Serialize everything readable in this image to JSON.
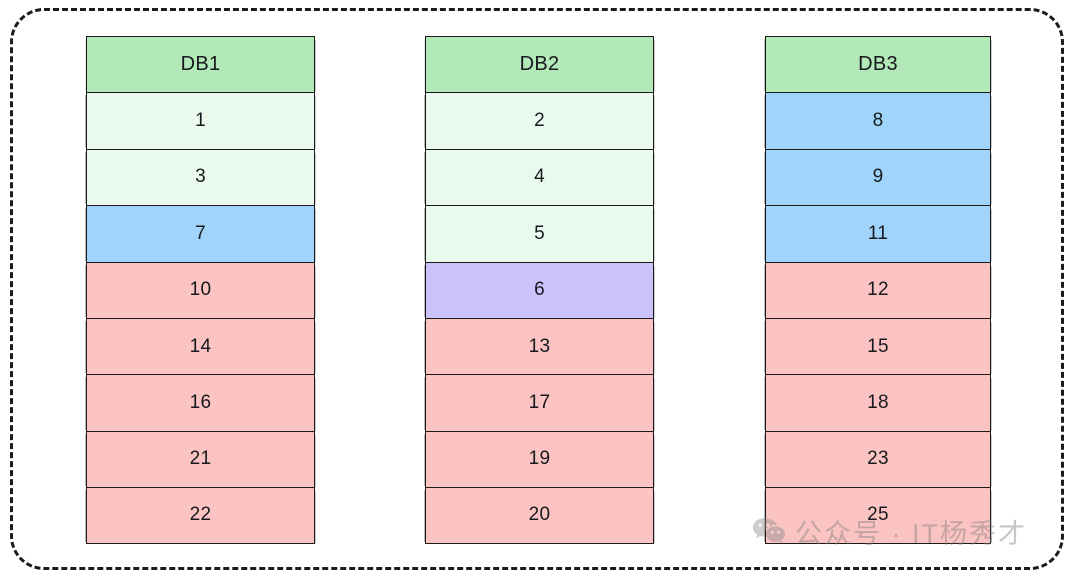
{
  "diagram": {
    "title": "database-sharding-columns",
    "frame": {
      "style": "dashed-rounded-rectangle",
      "color": "#1b1b1b"
    },
    "legend_colors": {
      "header_green": "#b3e9b8",
      "light_green": "#eaf9ed",
      "blue": "#a0d4fa",
      "purple": "#cbc1fb",
      "pink": "#fcc3c3",
      "outline": "#1a1a1a"
    },
    "columns": [
      {
        "header": "DB1",
        "header_shade": "green",
        "rows": [
          {
            "value": "1",
            "shade": "lightgreen"
          },
          {
            "value": "3",
            "shade": "lightgreen"
          },
          {
            "value": "7",
            "shade": "blue"
          },
          {
            "value": "10",
            "shade": "pink"
          },
          {
            "value": "14",
            "shade": "pink"
          },
          {
            "value": "16",
            "shade": "pink"
          },
          {
            "value": "21",
            "shade": "pink"
          },
          {
            "value": "22",
            "shade": "pink"
          }
        ]
      },
      {
        "header": "DB2",
        "header_shade": "green",
        "rows": [
          {
            "value": "2",
            "shade": "lightgreen"
          },
          {
            "value": "4",
            "shade": "lightgreen"
          },
          {
            "value": "5",
            "shade": "lightgreen"
          },
          {
            "value": "6",
            "shade": "purple"
          },
          {
            "value": "13",
            "shade": "pink"
          },
          {
            "value": "17",
            "shade": "pink"
          },
          {
            "value": "19",
            "shade": "pink"
          },
          {
            "value": "20",
            "shade": "pink"
          }
        ]
      },
      {
        "header": "DB3",
        "header_shade": "green",
        "rows": [
          {
            "value": "8",
            "shade": "blue"
          },
          {
            "value": "9",
            "shade": "blue"
          },
          {
            "value": "11",
            "shade": "blue"
          },
          {
            "value": "12",
            "shade": "pink"
          },
          {
            "value": "15",
            "shade": "pink"
          },
          {
            "value": "18",
            "shade": "pink"
          },
          {
            "value": "23",
            "shade": "pink"
          },
          {
            "value": "25",
            "shade": "pink"
          }
        ]
      }
    ]
  },
  "watermark": {
    "icon": "wechat-icon",
    "text": "公众号 · IT杨秀才",
    "color": "#7b7b7b"
  }
}
